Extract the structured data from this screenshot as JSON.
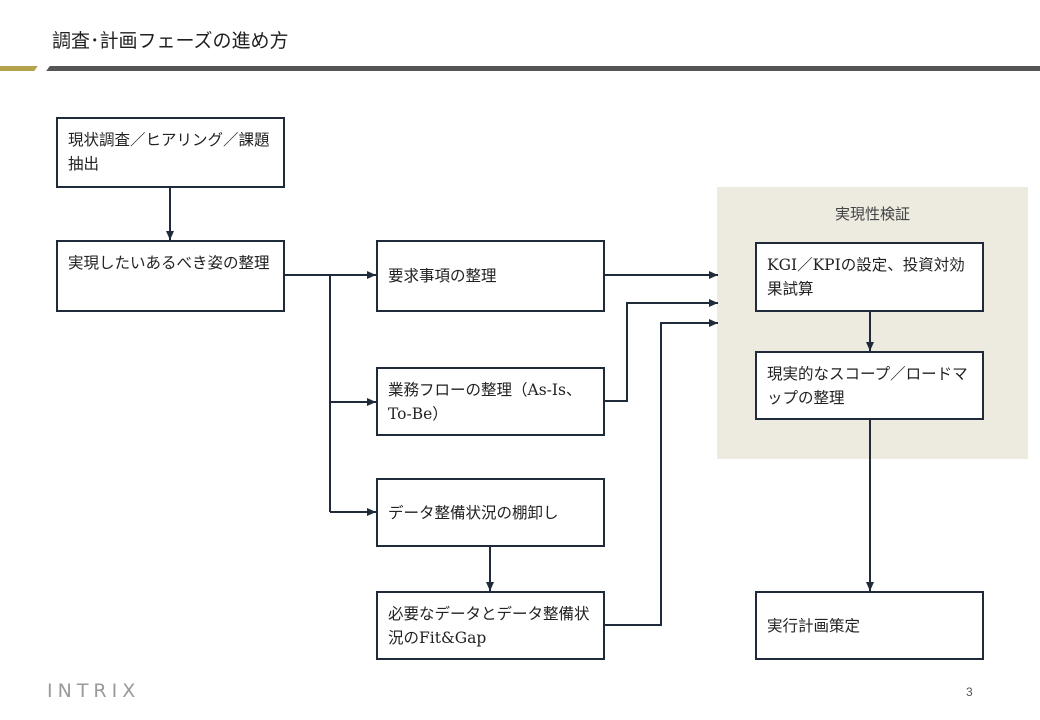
{
  "header": {
    "title": "調査･計画フェーズの進め方"
  },
  "panel": {
    "title": "実現性検証"
  },
  "boxes": {
    "current_survey": "現状調査／ヒアリング／課題抽出",
    "to_be": "実現したいあるべき姿の整理",
    "requirements": "要求事項の整理",
    "business_flow": "業務フローの整理（As-Is、To-Be）",
    "data_inventory": "データ整備状況の棚卸し",
    "fit_gap": "必要なデータとデータ整備状況のFit&Gap",
    "kgi_kpi": "KGI／KPIの設定、投資対効果試算",
    "scope_roadmap": "現実的なスコープ／ロードマップの整理",
    "execution_plan": "実行計画策定"
  },
  "footer": {
    "logo": "INTRIX",
    "page_number": "3"
  },
  "colors": {
    "gold": "#b5a24d",
    "rule": "#555555",
    "panel": "#edeae0",
    "line": "#1f2a3b"
  }
}
